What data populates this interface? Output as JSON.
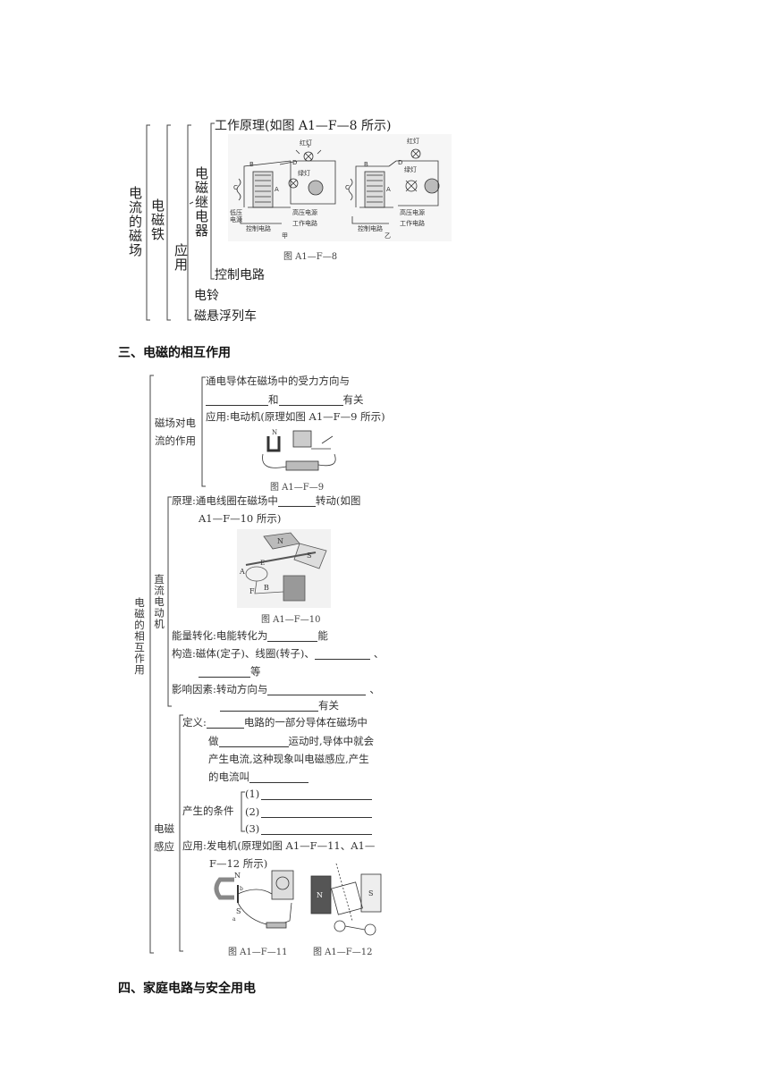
{
  "top": {
    "level1": "电流的磁场",
    "level2": "电磁铁",
    "app_label": "应用",
    "relay_label": "电磁继电器",
    "work_principle": "工作原理(如图 A1—F—8 所示)",
    "control_circuit": "控制电路",
    "bell": "电铃",
    "maglev": "磁悬浮列车",
    "fig8": {
      "caption": "图 A1—F—8",
      "jia": "甲",
      "yi": "乙",
      "red_lamp": "红灯",
      "green_lamp": "绿灯",
      "low_voltage": "低压",
      "power": "电源",
      "control": "控制电路",
      "high_voltage_power": "高压电源",
      "work_circuit": "工作电路",
      "B": "B",
      "C": "C",
      "A": "A",
      "D": "D"
    }
  },
  "section3": {
    "heading": "三、电磁的相互作用",
    "root_label": "电磁的相互作用",
    "force": {
      "label1": "磁场对电",
      "label2": "流的作用",
      "line1": "通电导体在磁场中的受力方向与",
      "and": "和",
      "related": "有关",
      "app": "应用:电动机(原理如图 A1—F—9 所示)",
      "fig9_caption": "图 A1—F—9"
    },
    "motor": {
      "label": "直流电动机",
      "principle_a": "原理:通电线圈在磁场中",
      "principle_b": "转动(如图",
      "principle_c": "A1—F—10 所示)",
      "fig10_caption": "图 A1—F—10",
      "energy_a": "能量转化:电能转化为",
      "energy_b": "能",
      "struct_a": "构造:磁体(定子)、线圈(转子)、",
      "comma": "、",
      "deng": "等",
      "factor_a": "影响因素:转动方向与",
      "related": "有关"
    },
    "induction": {
      "label1": "电磁",
      "label2": "感应",
      "def_a": "定义:",
      "def_b": "电路的一部分导体在磁场中",
      "def_c": "做",
      "def_d": "运动时,导体中就会",
      "def_e": "产生电流,这种现象叫电磁感应,产生",
      "def_f": "的电流叫",
      "cond_label": "产生的条件",
      "c1": "(1)",
      "c2": "(2)",
      "c3": "(3)",
      "app_a": "应用:发电机(原理如图 A1—F—11、A1—",
      "app_b": "F—12 所示)",
      "fig11_caption": "图 A1—F—11",
      "fig12_caption": "图 A1—F—12"
    }
  },
  "section4": {
    "heading": "四、家庭电路与安全用电"
  }
}
